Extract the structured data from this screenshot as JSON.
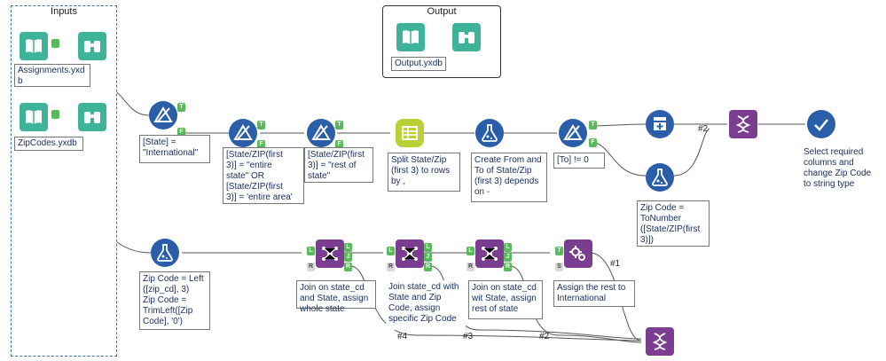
{
  "containers": {
    "inputs_title": "Inputs",
    "output_title": "Output"
  },
  "files": {
    "assignments": "Assignments.yxd\nb",
    "zipcodes": "ZipCodes.yxdb",
    "output": "Output.yxdb"
  },
  "annotations": {
    "filter1": "[State] =\n\"International\"",
    "filter2": "[State/ZIP(first\n3)] = \"entire\nstate\" OR\n[State/ZIP(first\n3)] = 'entire area'",
    "filter3": "[State/ZIP(first\n3)] = \"rest of\nstate\"",
    "split": "Split State/Zip\n(first 3) to rows\nby ,",
    "formula_from_to": "Create From and\nTo of State/Zip\n(first 3) depends\non -",
    "filter_to": "[To] != 0",
    "zip_formula": "Zip Code =\nToNumber\n([State/ZIP(first\n3)])",
    "select": "Select required\ncolumns and\nchange Zip Code\nto string type",
    "zip_left": "Zip Code = Left\n([zip_cd], 3)\nZip Code =\nTrimLeft([Zip\nCode], '0')",
    "join1": "Join on state_cd\nand State, assign\nwhole state",
    "join2": "Join state_cd with\nState and Zip\nCode, assign\nspecific Zip Code",
    "join3": "Join on state_cd\nwit State, assign\nrest of state",
    "assign_rest": "Assign the rest to\nInternational"
  },
  "wire_labels": {
    "w2_top": "#2",
    "w1": "#1",
    "w4": "#4",
    "w3": "#3",
    "w2_bottom": "#2"
  },
  "anchors": {
    "t": "T",
    "f": "F",
    "l": "L",
    "j": "J",
    "r": "R",
    "s": "S"
  },
  "icons": {
    "input": "book-icon",
    "browse": "binoculars-icon",
    "filter": "triangle-filter-icon",
    "text_to_columns": "grid-split-icon",
    "formula": "flask-icon",
    "union": "stack-plus-icon",
    "select": "check-circle-icon",
    "join": "network-icon",
    "multi_formula": "gears-icon",
    "dna": "dna-icon"
  },
  "colors": {
    "green_tool": "#3fb39a",
    "blue_tool": "#2a5ea8",
    "lime_tool": "#b9d136",
    "purple_tool": "#7a3d8f",
    "wire": "#555555"
  }
}
